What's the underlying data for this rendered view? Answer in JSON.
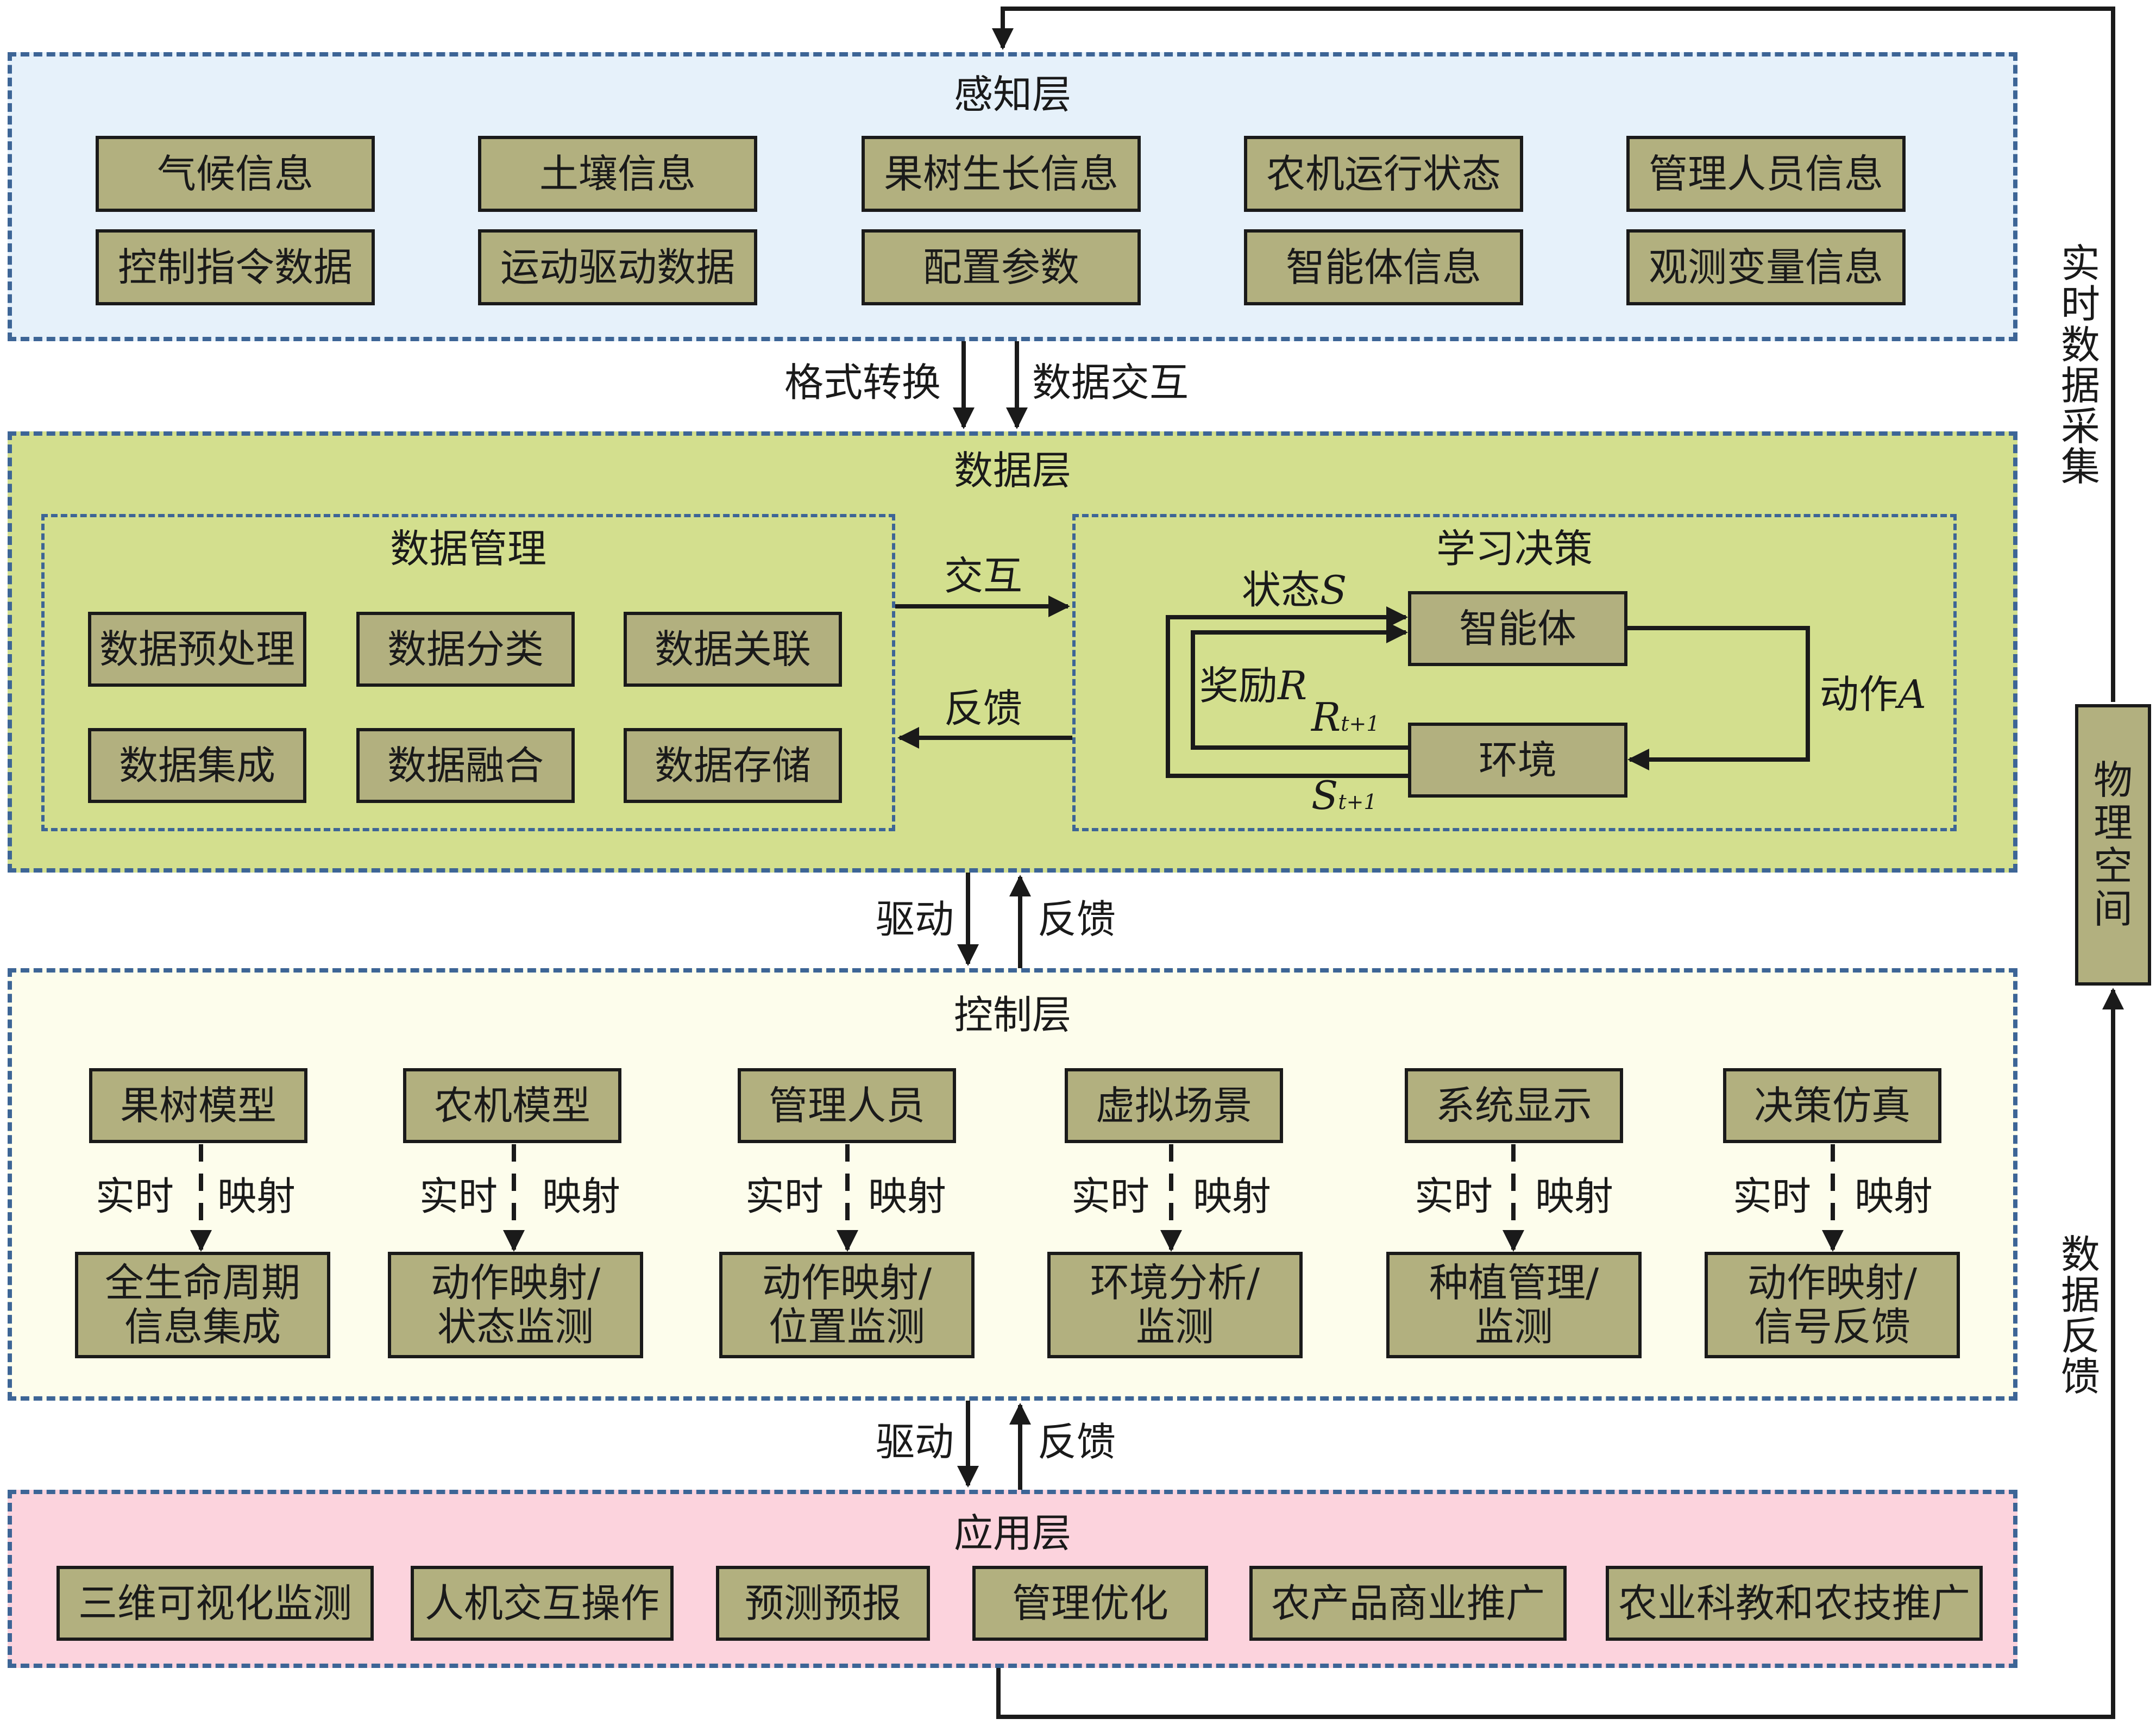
{
  "perception": {
    "title": "感知层",
    "boxes": [
      "气候信息",
      "土壤信息",
      "果树生长信息",
      "农机运行状态",
      "管理人员信息",
      "控制指令数据",
      "运动驱动数据",
      "配置参数",
      "智能体信息",
      "观测变量信息"
    ]
  },
  "arrows_pd": {
    "left": "格式转换",
    "right": "数据交互"
  },
  "data_layer": {
    "title": "数据层",
    "management": {
      "title": "数据管理",
      "boxes": [
        "数据预处理",
        "数据分类",
        "数据关联",
        "数据集成",
        "数据融合",
        "数据存储"
      ]
    },
    "interact_label": "交互",
    "feedback_label": "反馈",
    "learning": {
      "title": "学习决策",
      "agent": "智能体",
      "environment": "环境",
      "state_label": "状态",
      "state_var": "S",
      "reward_label": "奖励",
      "reward_var": "R",
      "action_label": "动作",
      "action_var": "A",
      "next_reward_var": "R",
      "next_state_var": "S",
      "next_sub": "t+1"
    }
  },
  "arrows_dc": {
    "left": "驱动",
    "right": "反馈"
  },
  "control": {
    "title": "控制层",
    "top_boxes": [
      "果树模型",
      "农机模型",
      "管理人员",
      "虚拟场景",
      "系统显示",
      "决策仿真"
    ],
    "map_left": "实时",
    "map_right": "映射",
    "bottom_boxes": [
      "全生命周期\n信息集成",
      "动作映射/\n状态监测",
      "动作映射/\n位置监测",
      "环境分析/\n监测",
      "种植管理/\n监测",
      "动作映射/\n信号反馈"
    ]
  },
  "arrows_ca": {
    "left": "驱动",
    "right": "反馈"
  },
  "application": {
    "title": "应用层",
    "boxes": [
      "三维可视化监测",
      "人机交互操作",
      "预测预报",
      "管理优化",
      "农产品商业推广",
      "农业科教和农技推广"
    ]
  },
  "side": {
    "realtime_collection": "实时数据采集",
    "physical_space": "物理空间",
    "data_feedback": "数据反馈"
  },
  "colors": {
    "perception_bg": "#e6f1fa",
    "data_bg": "#d3df8e",
    "control_bg": "#fdfdec",
    "application_bg": "#fcd3dd",
    "box_fill": "#b2b07f",
    "dash": "#3d6596"
  }
}
